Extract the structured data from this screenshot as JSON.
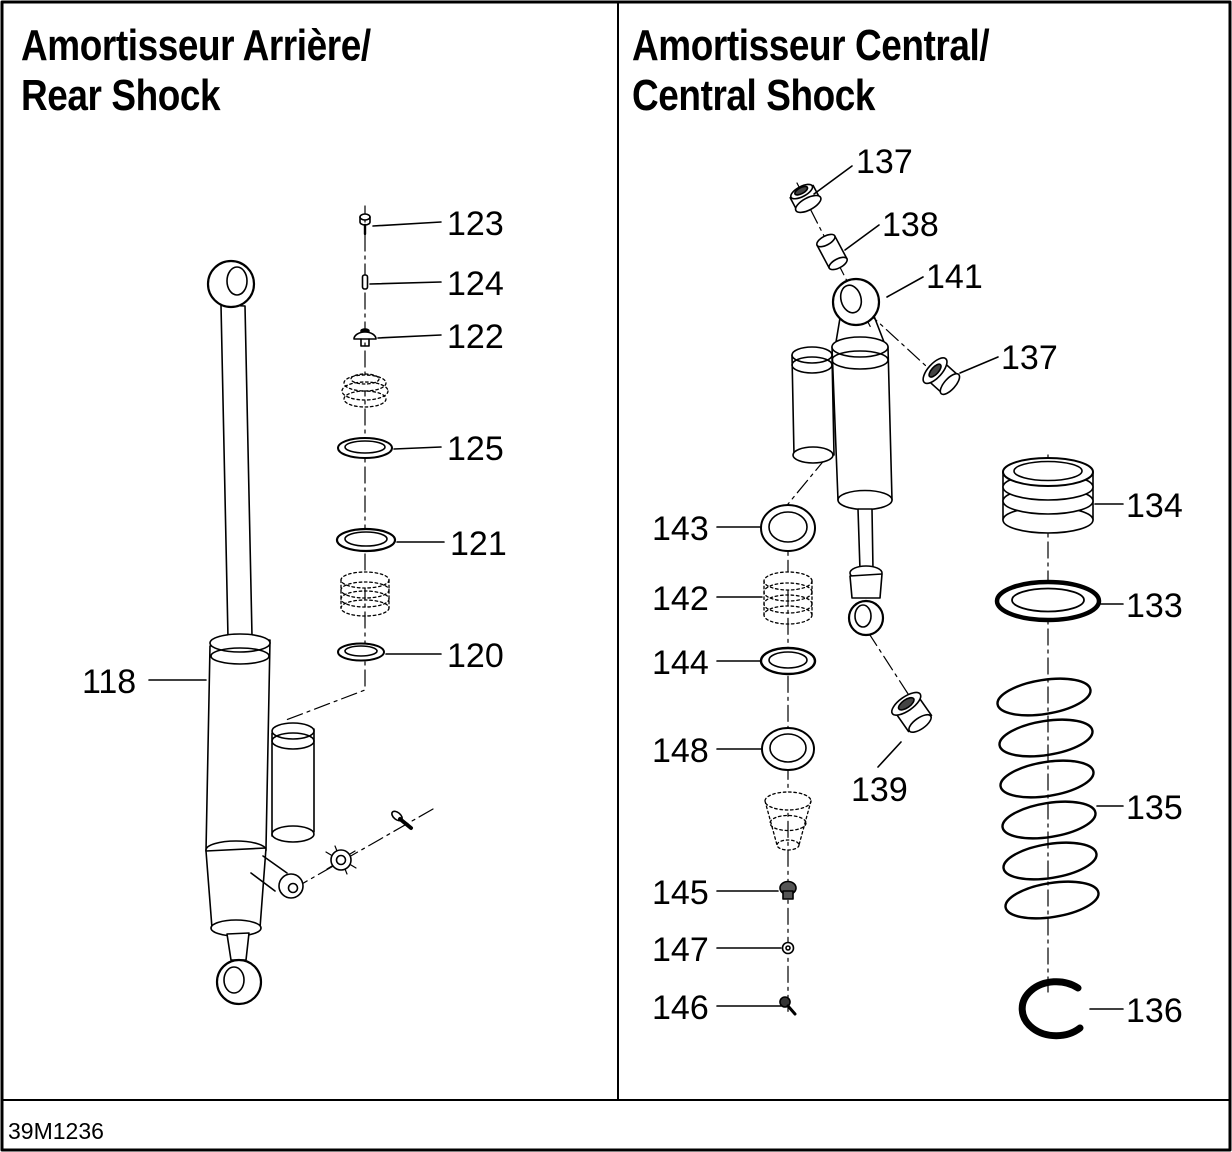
{
  "footer": {
    "code": "39M1236"
  },
  "left_panel": {
    "title_fr": "Amortisseur Arrière/",
    "title_en": "Rear Shock",
    "callouts": {
      "c123": "123",
      "c124": "124",
      "c122": "122",
      "c125": "125",
      "c121": "121",
      "c120": "120",
      "c118": "118"
    }
  },
  "right_panel": {
    "title_fr": "Amortisseur Central/",
    "title_en": "Central Shock",
    "callouts": {
      "c137_top": "137",
      "c138": "138",
      "c141": "141",
      "c137_side": "137",
      "c143": "143",
      "c142": "142",
      "c144": "144",
      "c148": "148",
      "c145": "145",
      "c147": "147",
      "c146": "146",
      "c139": "139",
      "c134": "134",
      "c133": "133",
      "c135": "135",
      "c136": "136"
    }
  }
}
